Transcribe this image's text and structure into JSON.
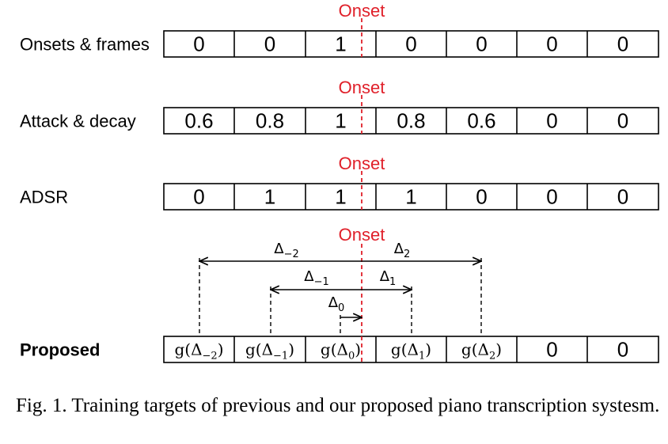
{
  "onset_label": "Onset",
  "rows": [
    {
      "label": "Onsets & frames",
      "bold": false,
      "cells": [
        "0",
        "0",
        "1",
        "0",
        "0",
        "0",
        "0"
      ]
    },
    {
      "label": "Attack & decay",
      "bold": false,
      "cells": [
        "0.6",
        "0.8",
        "1",
        "0.8",
        "0.6",
        "0",
        "0"
      ]
    },
    {
      "label": "ADSR",
      "bold": false,
      "cells": [
        "0",
        "1",
        "1",
        "1",
        "0",
        "0",
        "0"
      ]
    },
    {
      "label": "Proposed",
      "bold": true,
      "cells": [
        {
          "fn": "g",
          "sym": "Δ",
          "sub": "−2"
        },
        {
          "fn": "g",
          "sym": "Δ",
          "sub": "−1"
        },
        {
          "fn": "g",
          "sym": "Δ",
          "sub": "0"
        },
        {
          "fn": "g",
          "sym": "Δ",
          "sub": "1"
        },
        {
          "fn": "g",
          "sym": "Δ",
          "sub": "2"
        },
        "0",
        "0"
      ]
    }
  ],
  "deltas": [
    {
      "sym": "Δ",
      "sub": "−2"
    },
    {
      "sym": "Δ",
      "sub": "2"
    },
    {
      "sym": "Δ",
      "sub": "−1"
    },
    {
      "sym": "Δ",
      "sub": "1"
    },
    {
      "sym": "Δ",
      "sub": "0"
    }
  ],
  "caption": "Fig. 1.  Training targets of previous and our proposed piano transcription systesm."
}
